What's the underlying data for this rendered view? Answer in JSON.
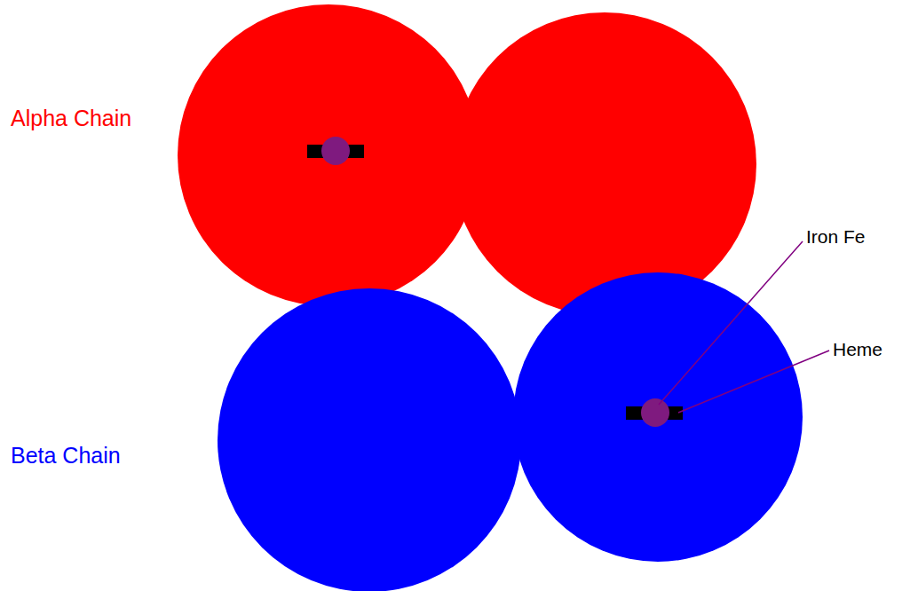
{
  "diagram": {
    "labels": [
      "Alpha Chain",
      "Beta Chain",
      "Iron Fe",
      "Heme"
    ]
  }
}
